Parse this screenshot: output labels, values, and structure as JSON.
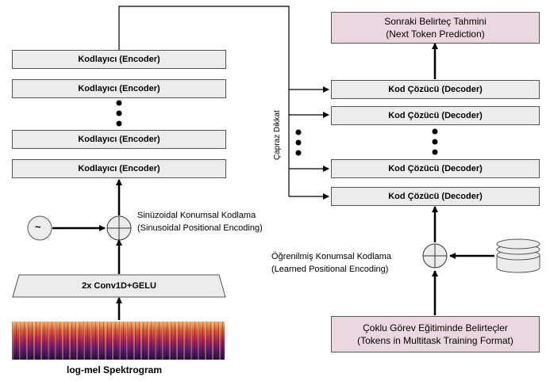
{
  "encoder": {
    "block_label": "Kodlayıcı (Encoder)",
    "input_layer": "2x Conv1D+GELU",
    "input_caption": "log-mel Spektrogram",
    "positional_tr": "Sinüzoidal Konumsal Kodlama",
    "positional_en": "(Sinusoidal Positional Encoding)",
    "sine_symbol": "~"
  },
  "decoder": {
    "block_label": "Kod Çözücü (Decoder)",
    "output_tr": "Sonraki Belirteç Tahmini",
    "output_en": "(Next Token Prediction)",
    "input_tr": "Çoklu Görev Eğitiminde Belirteçler",
    "input_en": "(Tokens in Multitask Training Format)",
    "positional_tr": "Öğrenilmiş Konumsal Kodlama",
    "positional_en": "(Learned Positional Encoding)"
  },
  "cross_attention_label": "Çapraz Dikkat"
}
